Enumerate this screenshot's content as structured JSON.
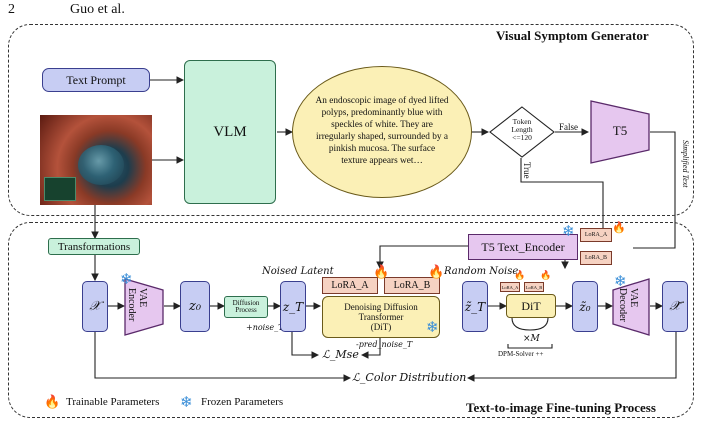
{
  "header": {
    "page_number": "2",
    "authors": "Guo et al."
  },
  "top_panel": {
    "title": "Visual Symptom Generator",
    "text_prompt": "Text Prompt",
    "vlm": "VLM",
    "caption": "An endoscopic image of dyed lifted polyps, predominantly blue with speckles of white. They are irregularly shaped, surrounded by a pinkish mucosa. The surface texture appears wet…",
    "decision": {
      "l1": "Token",
      "l2": "Length",
      "l3": "<=120"
    },
    "false_label": "False",
    "true_label": "True",
    "t5": "T5",
    "simplified_text": "Simplified Text"
  },
  "bottom_panel": {
    "title": "Text-to-image Fine-tuning Process",
    "transformations": "Transformations",
    "x": "𝒳",
    "vae_encoder": [
      "VAE",
      "Encoder"
    ],
    "z0": "z₀",
    "diffusion_process": [
      "Diffusion",
      "Process"
    ],
    "noise_t": "+noise_T",
    "zT": "z_T",
    "noised_latent": "Noised Latent",
    "lora_a": "LoRA_A",
    "lora_b": "LoRA_B",
    "denoise": [
      "Denoising Diffusion",
      "Transformer",
      "(DiT)"
    ],
    "pred_noise": "-pred_noise_T",
    "loss_mse": "ℒ_Mse",
    "t5_text_encoder": "T5 Text_Encoder",
    "t5_lora_a": "LoRA_A",
    "t5_lora_b": "LoRA_B",
    "random_noise": "Random Noise",
    "zT_tilde": "z̃_T",
    "dit": "DiT",
    "dit_lora_a": "LoRA_A",
    "dit_lora_b": "LoRA_B",
    "z0_tilde": "z̃₀",
    "times_m": "×M",
    "dpm_solver": "DPM-Solver ++",
    "vae_decoder": [
      "VAE",
      "Decoder"
    ],
    "x_tilde": "𝒳̃",
    "loss_color": "ℒ_Color Distribution"
  },
  "legend": {
    "trainable": "Trainable Parameters",
    "frozen": "Frozen Parameters"
  }
}
